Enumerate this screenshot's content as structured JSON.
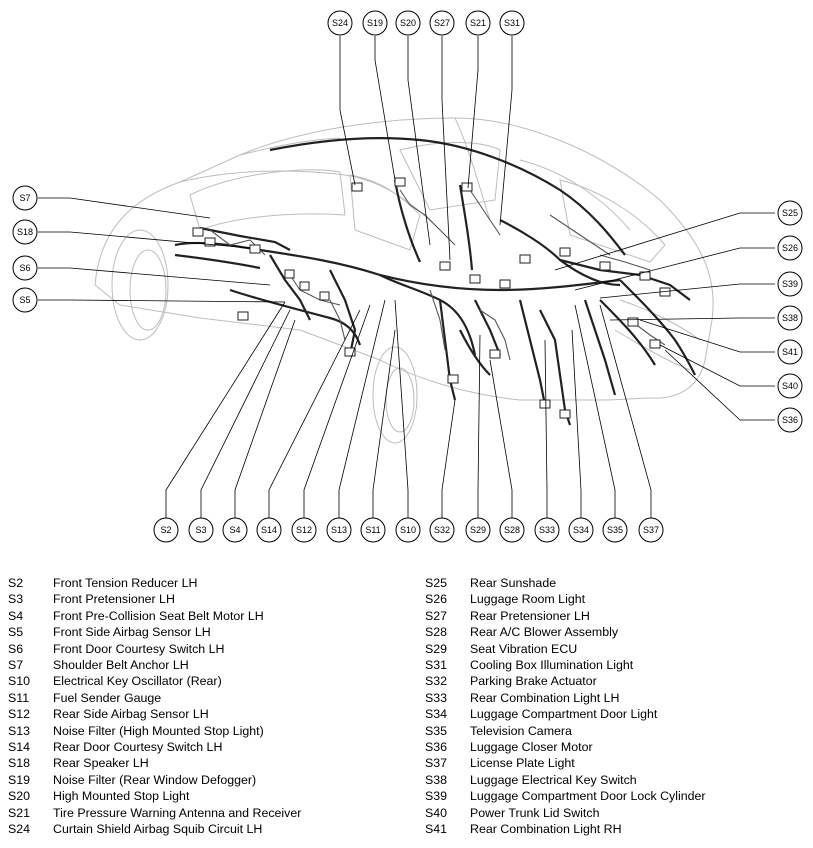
{
  "callouts": {
    "S2": "S2",
    "S3": "S3",
    "S4": "S4",
    "S5": "S5",
    "S6": "S6",
    "S7": "S7",
    "S10": "S10",
    "S11": "S11",
    "S12": "S12",
    "S13": "S13",
    "S14": "S14",
    "S18": "S18",
    "S19": "S19",
    "S20": "S20",
    "S21": "S21",
    "S24": "S24",
    "S25": "S25",
    "S26": "S26",
    "S27": "S27",
    "S28": "S28",
    "S29": "S29",
    "S31": "S31",
    "S32": "S32",
    "S33": "S33",
    "S34": "S34",
    "S35": "S35",
    "S36": "S36",
    "S37": "S37",
    "S38": "S38",
    "S39": "S39",
    "S40": "S40",
    "S41": "S41"
  },
  "legend_left": [
    {
      "code": "S2",
      "desc": "Front Tension Reducer LH"
    },
    {
      "code": "S3",
      "desc": "Front Pretensioner LH"
    },
    {
      "code": "S4",
      "desc": "Front Pre-Collision Seat Belt Motor LH"
    },
    {
      "code": "S5",
      "desc": "Front Side Airbag Sensor LH"
    },
    {
      "code": "S6",
      "desc": "Front Door Courtesy Switch LH"
    },
    {
      "code": "S7",
      "desc": "Shoulder Belt Anchor LH"
    },
    {
      "code": "S10",
      "desc": "Electrical Key Oscillator (Rear)"
    },
    {
      "code": "S11",
      "desc": "Fuel Sender Gauge"
    },
    {
      "code": "S12",
      "desc": "Rear Side Airbag Sensor LH"
    },
    {
      "code": "S13",
      "desc": "Noise Filter (High Mounted Stop Light)"
    },
    {
      "code": "S14",
      "desc": "Rear Door Courtesy Switch LH"
    },
    {
      "code": "S18",
      "desc": "Rear Speaker LH"
    },
    {
      "code": "S19",
      "desc": "Noise Filter (Rear Window Defogger)"
    },
    {
      "code": "S20",
      "desc": "High Mounted Stop Light"
    },
    {
      "code": "S21",
      "desc": "Tire Pressure Warning Antenna and Receiver"
    },
    {
      "code": "S24",
      "desc": "Curtain Shield Airbag Squib Circuit LH"
    }
  ],
  "legend_right": [
    {
      "code": "S25",
      "desc": "Rear Sunshade"
    },
    {
      "code": "S26",
      "desc": "Luggage Room Light"
    },
    {
      "code": "S27",
      "desc": "Rear Pretensioner LH"
    },
    {
      "code": "S28",
      "desc": "Rear A/C Blower Assembly"
    },
    {
      "code": "S29",
      "desc": "Seat Vibration ECU"
    },
    {
      "code": "S31",
      "desc": "Cooling Box Illumination Light"
    },
    {
      "code": "S32",
      "desc": "Parking Brake Actuator"
    },
    {
      "code": "S33",
      "desc": "Rear Combination Light LH"
    },
    {
      "code": "S34",
      "desc": "Luggage Compartment Door Light"
    },
    {
      "code": "S35",
      "desc": "Television Camera"
    },
    {
      "code": "S36",
      "desc": "Luggage Closer Motor"
    },
    {
      "code": "S37",
      "desc": "License Plate Light"
    },
    {
      "code": "S38",
      "desc": "Luggage Electrical Key Switch"
    },
    {
      "code": "S39",
      "desc": "Luggage Compartment Door Lock Cylinder"
    },
    {
      "code": "S40",
      "desc": "Power Trunk Lid Switch"
    },
    {
      "code": "S41",
      "desc": "Rear Combination Light RH"
    }
  ]
}
